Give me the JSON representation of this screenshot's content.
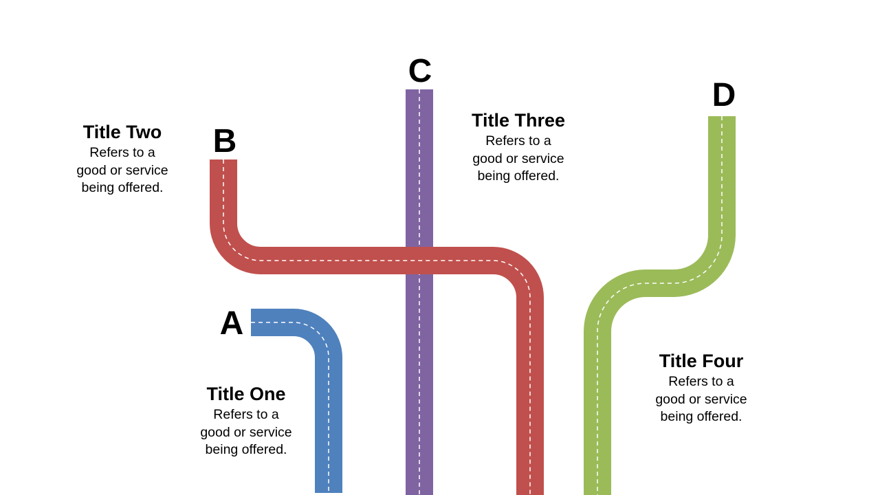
{
  "colors": {
    "road_a": "#4f81bd",
    "road_b": "#c0504d",
    "road_c": "#8064a2",
    "road_d": "#9bbb59",
    "dash": "#ffffff"
  },
  "roads": [
    {
      "id": "a",
      "letter": "A",
      "title": "Title One",
      "desc": "Refers to a\ngood or service\nbeing offered."
    },
    {
      "id": "b",
      "letter": "B",
      "title": "Title Two",
      "desc": "Refers to a\ngood or service\nbeing offered."
    },
    {
      "id": "c",
      "letter": "C",
      "title": "Title Three",
      "desc": "Refers to a\ngood or service\nbeing offered."
    },
    {
      "id": "d",
      "letter": "D",
      "title": "Title Four",
      "desc": "Refers to a\ngood or service\nbeing offered."
    }
  ]
}
